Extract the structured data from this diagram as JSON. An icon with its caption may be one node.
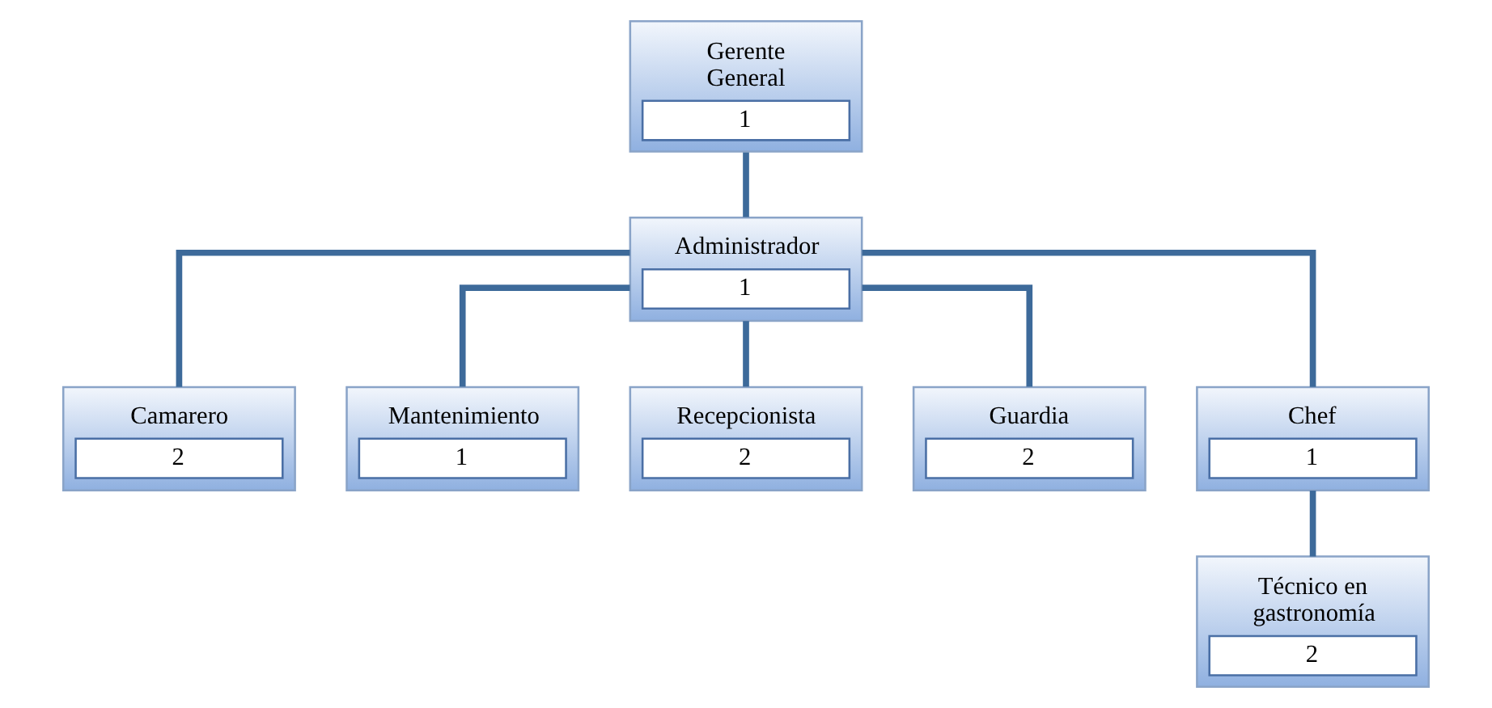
{
  "diagram": {
    "nodes": [
      {
        "text": [
          "Gerente General",
          "1"
        ]
      },
      {
        "text": [
          "Administrador",
          "1"
        ]
      },
      {
        "text": [
          "Camarero",
          "2"
        ]
      },
      {
        "text": [
          "Mantenimiento",
          "1"
        ]
      },
      {
        "text": [
          "Recepcionista",
          "2"
        ]
      },
      {
        "text": [
          "Guardia",
          "2"
        ]
      },
      {
        "text": [
          "Chef",
          "1"
        ]
      },
      {
        "text": [
          "Técnico en gastronomía",
          "2"
        ]
      }
    ],
    "edges": [
      {
        "from": 0,
        "to": 1,
        "arrow": "none"
      },
      {
        "from": 1,
        "to": 2,
        "arrow": "none"
      },
      {
        "from": 1,
        "to": 3,
        "arrow": "none"
      },
      {
        "from": 1,
        "to": 4,
        "arrow": "none"
      },
      {
        "from": 1,
        "to": 5,
        "arrow": "none"
      },
      {
        "from": 1,
        "to": 6,
        "arrow": "none"
      },
      {
        "from": 6,
        "to": 7,
        "arrow": "none"
      }
    ]
  }
}
